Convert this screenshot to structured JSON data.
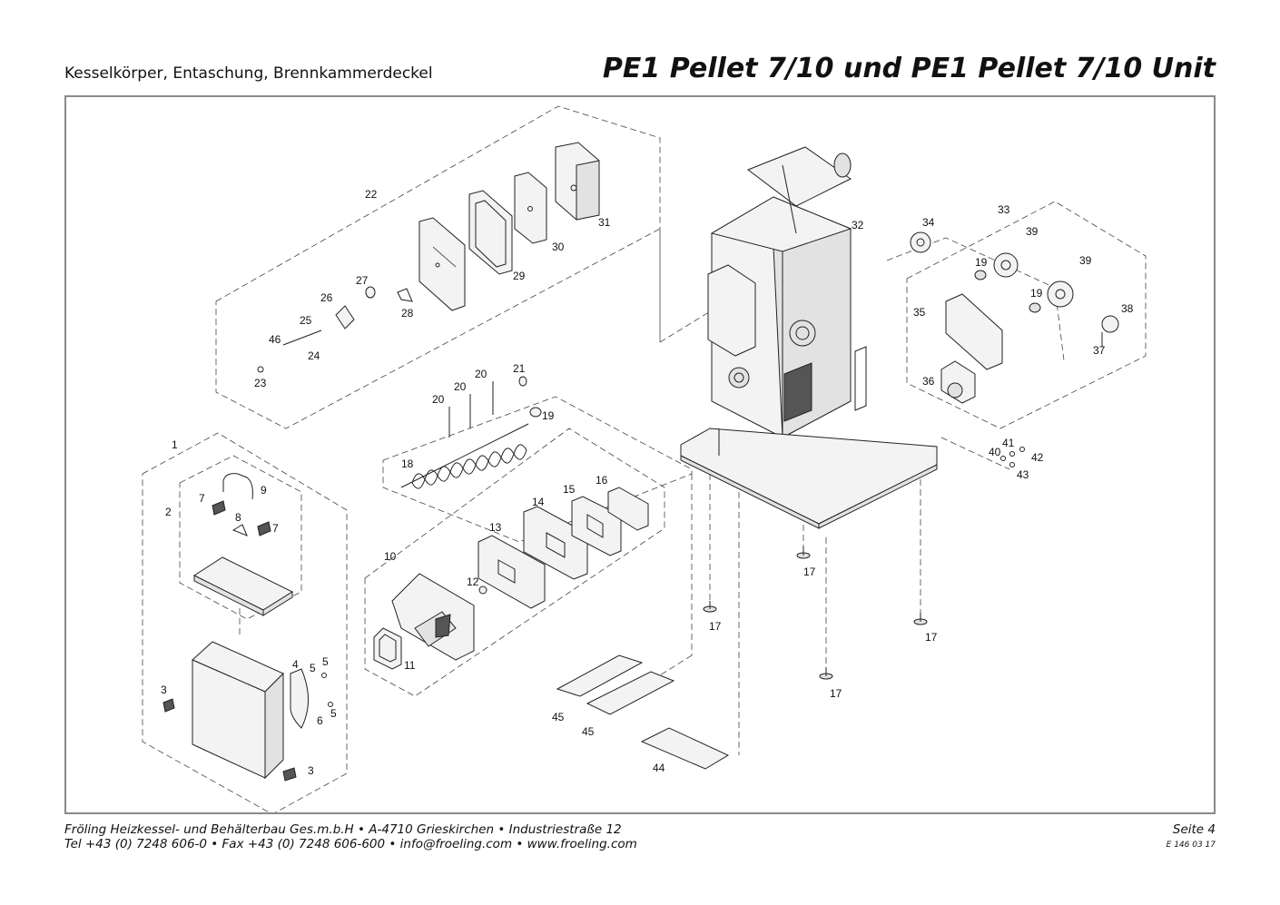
{
  "header": {
    "subtitle": "Kesselkörper, Entaschung, Brennkammerdeckel",
    "title": "PE1 Pellet 7/10 und PE1 Pellet 7/10 Unit"
  },
  "footer": {
    "line1": "Fröling Heizkessel- und Behälterbau Ges.m.b.H  •  A-4710 Grieskirchen  •  Industriestraße 12",
    "line2": "Tel +43 (0) 7248 606-0  •  Fax +43 (0) 7248 606-600  •  info@froeling.com  •  www.froeling.com",
    "page": "Seite 4",
    "doc_code": "E 146 03 17"
  },
  "callouts": [
    "22",
    "31",
    "30",
    "29",
    "27",
    "26",
    "25",
    "46",
    "24",
    "23",
    "28",
    "21",
    "20",
    "20",
    "20",
    "19",
    "18",
    "1",
    "2",
    "7",
    "9",
    "8",
    "7",
    "3",
    "4",
    "5",
    "5",
    "6",
    "5",
    "3",
    "10",
    "11",
    "12",
    "13",
    "14",
    "15",
    "16",
    "32",
    "17",
    "17",
    "17",
    "17",
    "45",
    "45",
    "44",
    "34",
    "33",
    "39",
    "39",
    "19",
    "19",
    "35",
    "38",
    "37",
    "36",
    "41",
    "40",
    "42",
    "43"
  ]
}
